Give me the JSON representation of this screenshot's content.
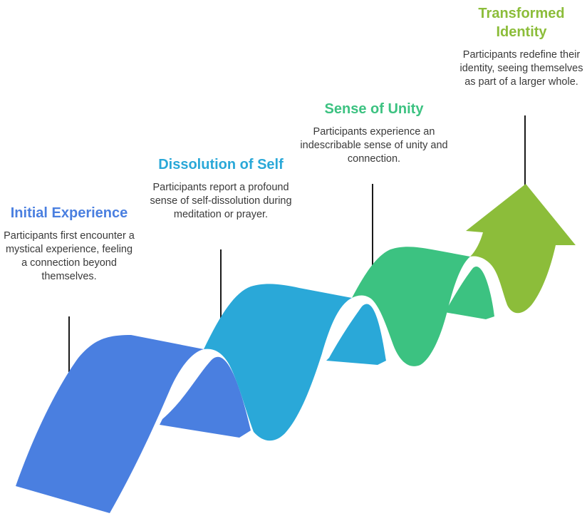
{
  "diagram": {
    "stages": [
      {
        "title": "Initial Experience",
        "description": "Participants first encounter a mystical experience, feeling a connection beyond themselves.",
        "color": "#4a7fe0"
      },
      {
        "title": "Dissolution of Self",
        "description": "Participants report a profound sense of self-dissolution during meditation or prayer.",
        "color": "#2aa8d8"
      },
      {
        "title": "Sense of Unity",
        "description": "Participants experience an indescribable sense of unity and connection.",
        "color": "#3cc281"
      },
      {
        "title": "Transformed Identity",
        "description": "Participants redefine their identity, seeing themselves as part of a larger whole.",
        "color": "#8cbd3a"
      }
    ],
    "dark_color": "#1a1a1a"
  }
}
